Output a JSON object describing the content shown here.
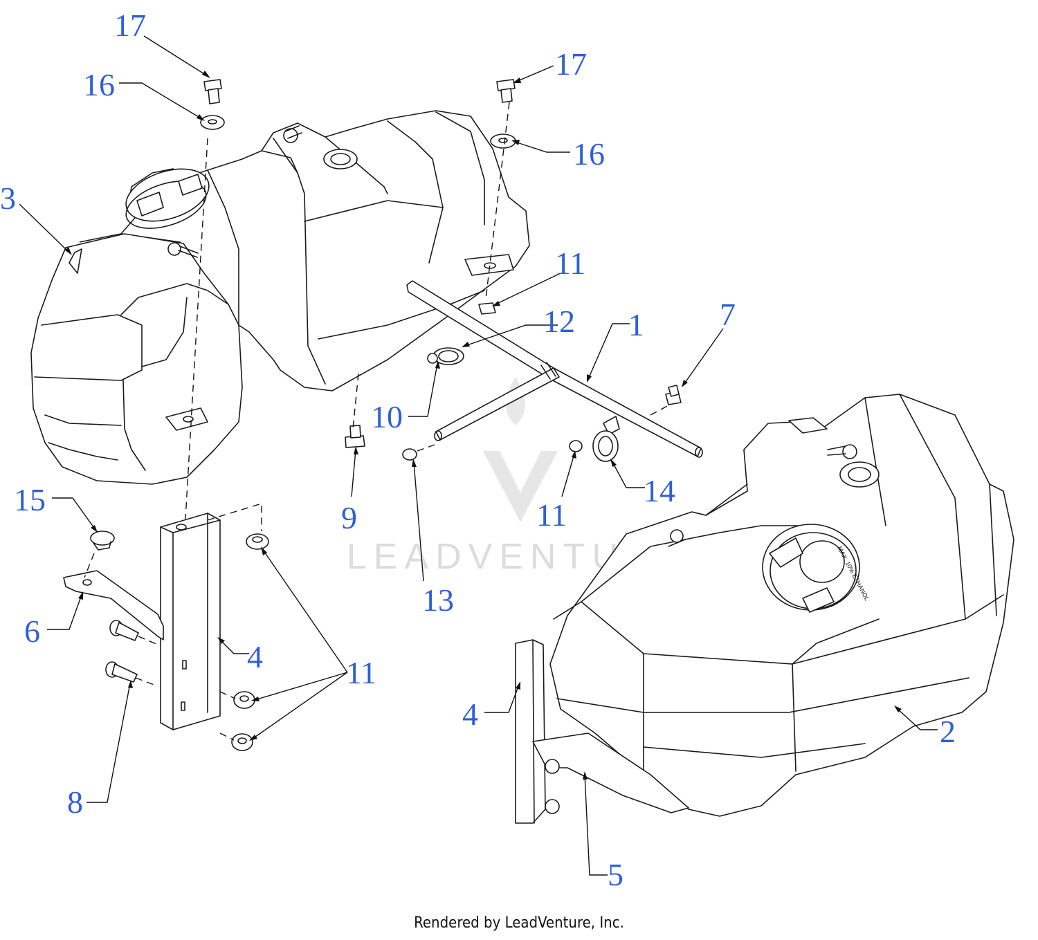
{
  "callouts": {
    "c17a": "17",
    "c16a": "16",
    "c3": "3",
    "c17b": "17",
    "c16b": "16",
    "c11a": "11",
    "c12": "12",
    "c1": "1",
    "c7": "7",
    "c10": "10",
    "c9": "9",
    "c13": "13",
    "c11b": "11",
    "c14": "14",
    "c15": "15",
    "c6": "6",
    "c4a": "4",
    "c11c": "11",
    "c8": "8",
    "c4b": "4",
    "c2": "2",
    "c5": "5"
  },
  "watermark": {
    "brand": "LEADVENTURE"
  },
  "cap_text": {
    "line1": "MAX. 10% ETHANOL"
  },
  "footer": {
    "credit": "Rendered by LeadVenture, Inc."
  }
}
